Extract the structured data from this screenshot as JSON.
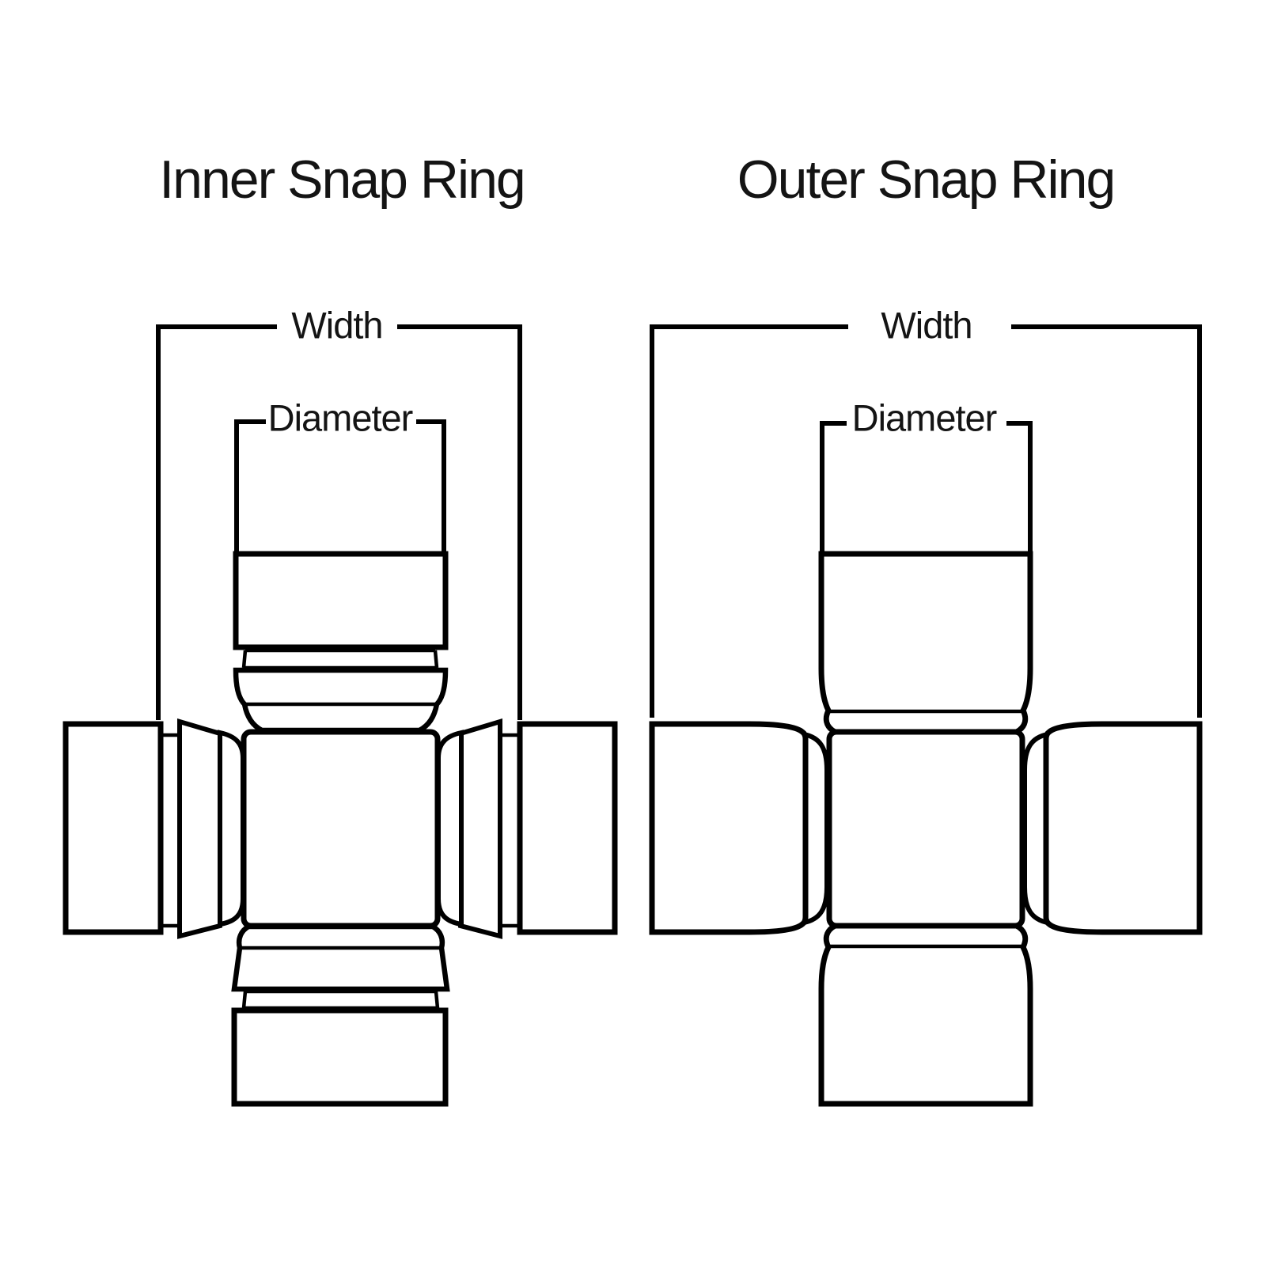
{
  "canvas": {
    "background": "#ffffff",
    "line_color": "#000000",
    "text_color": "#141414"
  },
  "diagrams": [
    {
      "id": "inner-snap-ring",
      "title": "Inner Snap Ring",
      "width_label": "Width",
      "diameter_label": "Diameter"
    },
    {
      "id": "outer-snap-ring",
      "title": "Outer Snap Ring",
      "width_label": "Width",
      "diameter_label": "Diameter"
    }
  ]
}
